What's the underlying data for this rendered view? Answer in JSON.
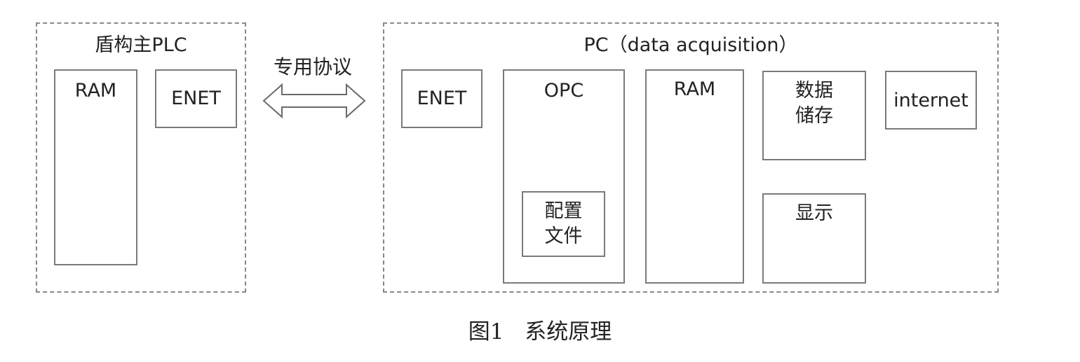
{
  "plc_group": {
    "title": "盾构主PLC",
    "ram": "RAM",
    "enet": "ENET"
  },
  "protocol": {
    "label": "专用协议",
    "arrow_icon": "double-arrow-icon"
  },
  "pc_group": {
    "title": "PC（data acquisition）",
    "enet": "ENET",
    "opc": "OPC",
    "config_line1": "配置",
    "config_line2": "文件",
    "ram": "RAM",
    "storage_line1": "数据",
    "storage_line2": "储存",
    "internet": "internet",
    "display": "显示"
  },
  "caption": "图1 系统原理"
}
